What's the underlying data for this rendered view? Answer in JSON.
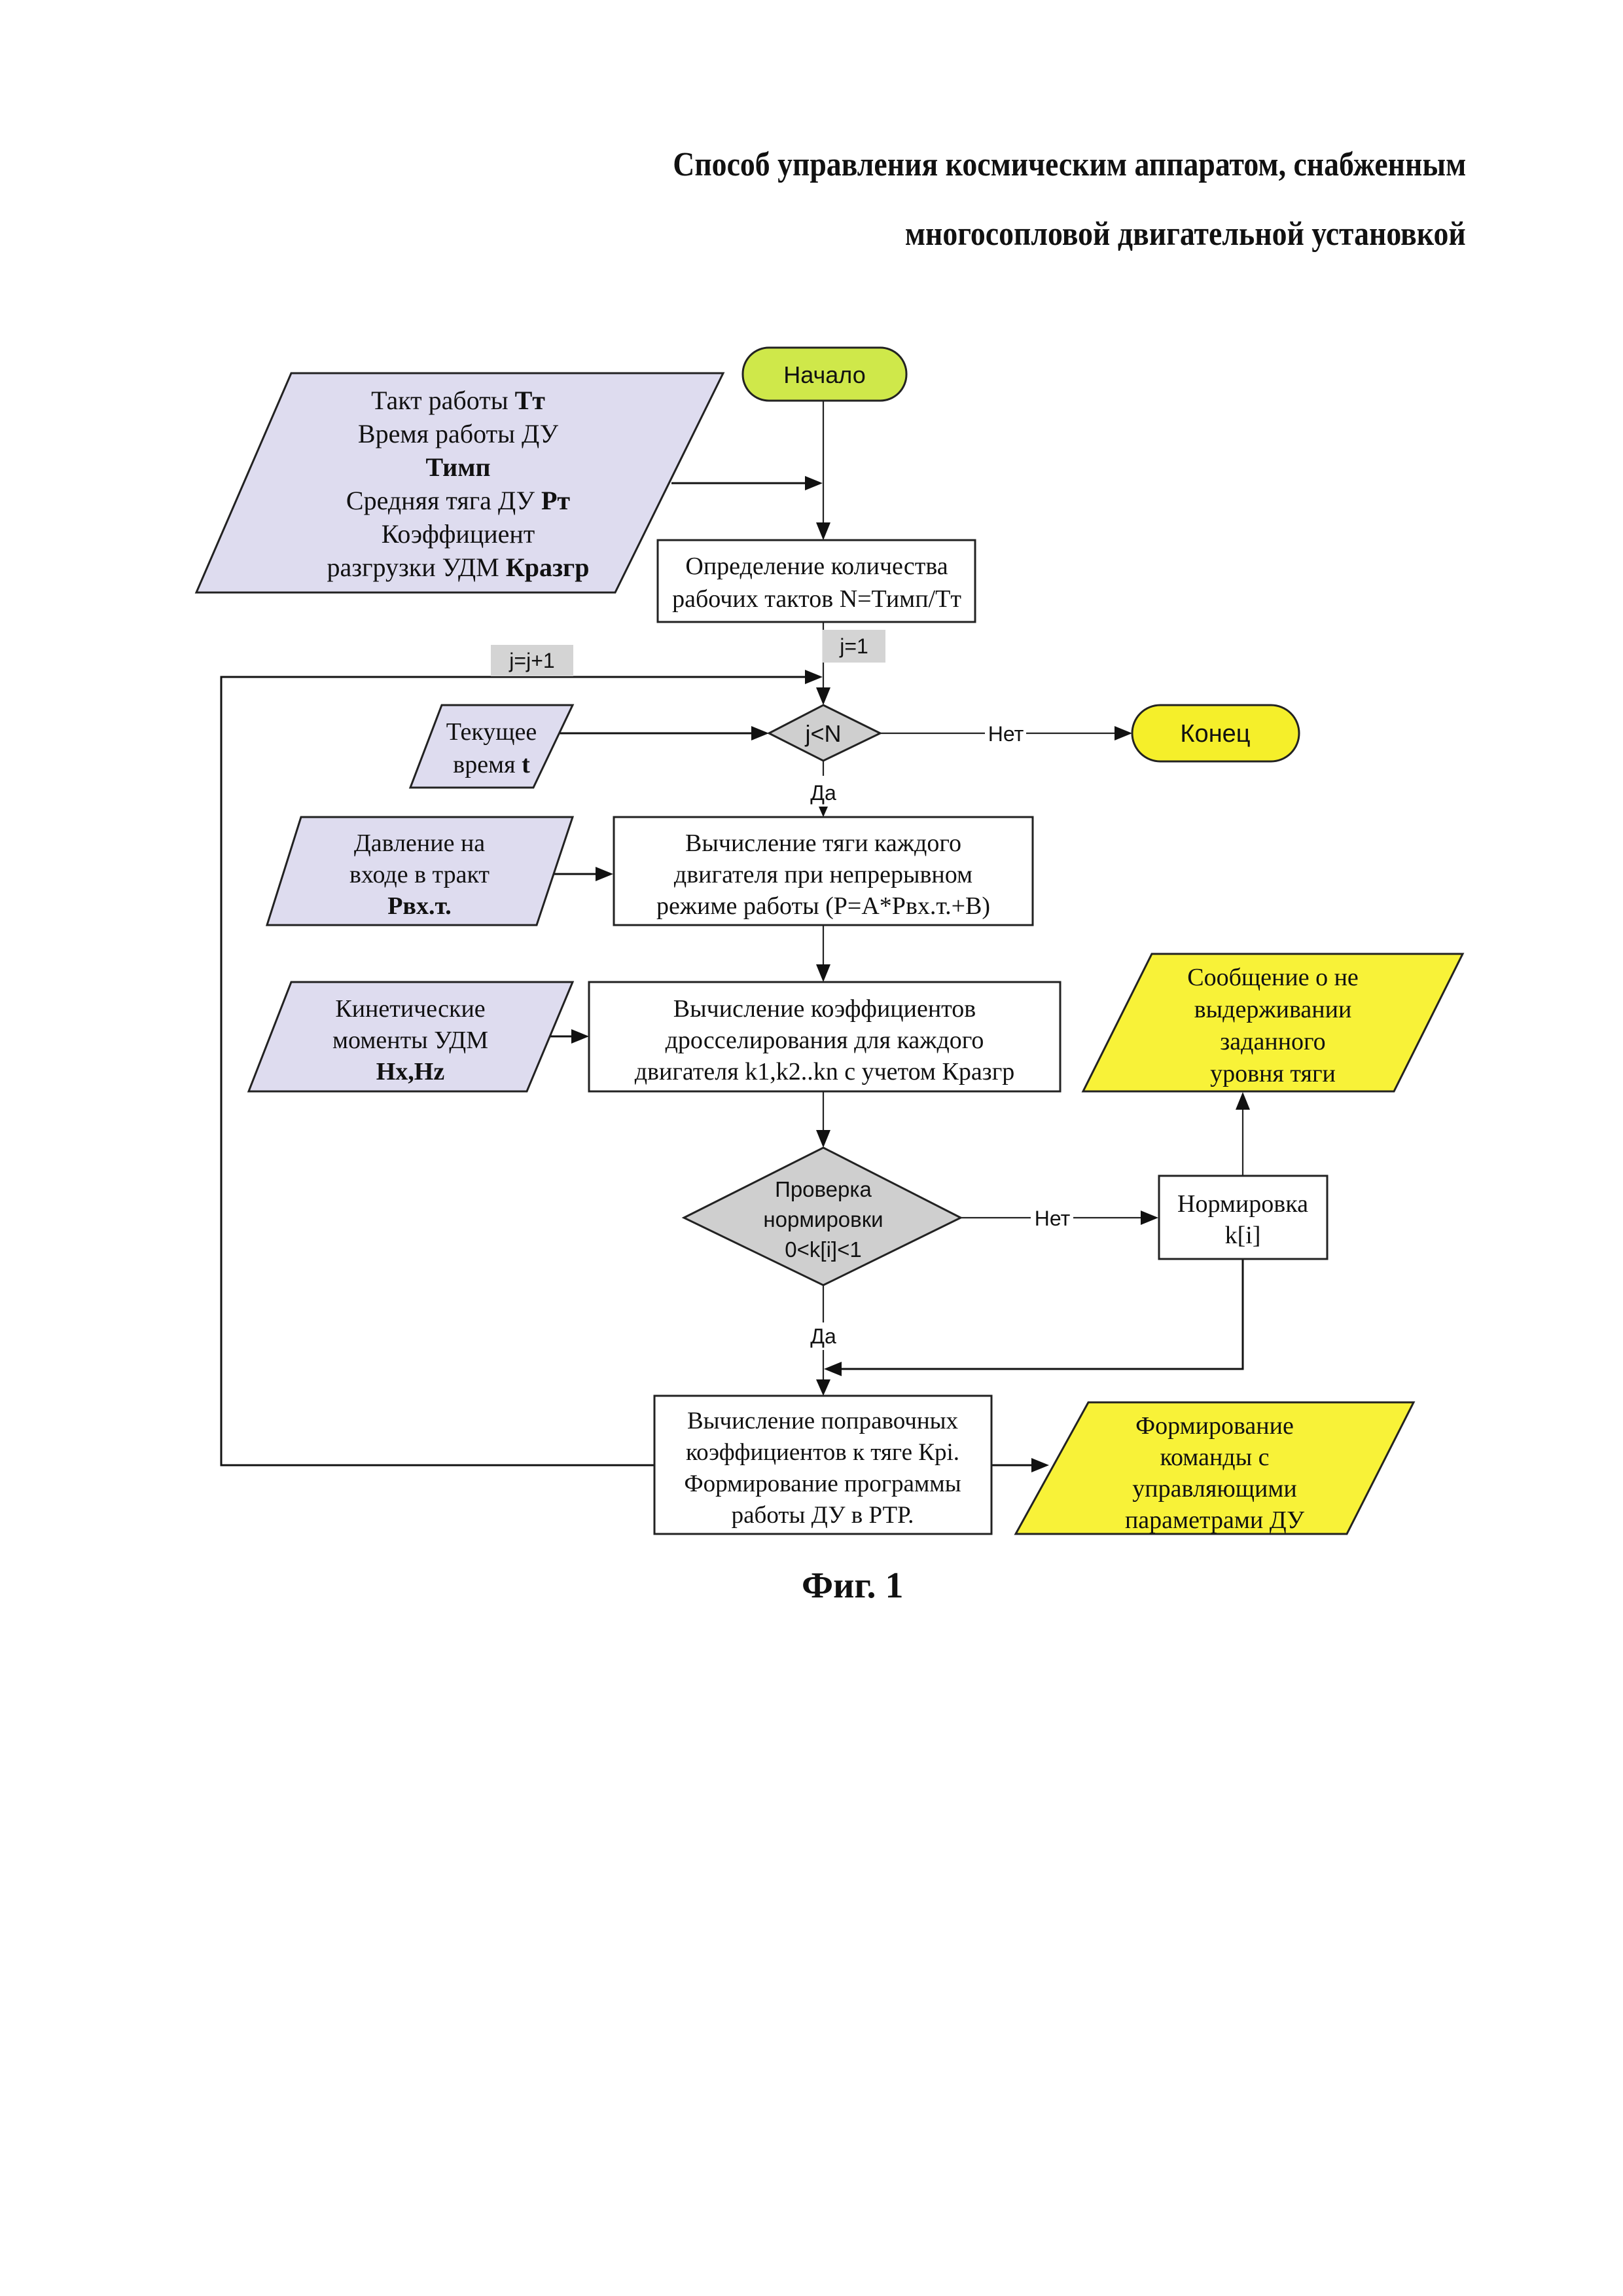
{
  "document": {
    "title_line1": "Способ управления космическим аппаратом, снабженным",
    "title_line2": "многосопловой двигательной установкой",
    "caption": "Фиг. 1"
  },
  "colors": {
    "input_fill": "#dedcef",
    "decision_fill": "#cfcfcf",
    "start_fill": "#cfe84a",
    "end_fill": "#f5ef2a",
    "output_fill": "#f8f238",
    "process_fill": "#ffffff",
    "loop_label_fill": "#d4d4d4"
  },
  "flowchart": {
    "start": {
      "label": "Начало"
    },
    "end": {
      "label": "Конец"
    },
    "inputs": {
      "params": {
        "lines": [
          {
            "text": "Такт работы ",
            "bold": "Тт"
          },
          {
            "text": "Время работы ДУ",
            "bold": ""
          },
          {
            "text": "",
            "bold": "Тимп"
          },
          {
            "text": "Средняя тяга ДУ ",
            "bold": "Рт"
          },
          {
            "text": "Коэффициент",
            "bold": ""
          },
          {
            "text": "разгрузки УДМ ",
            "bold": "Кразгр"
          }
        ]
      },
      "current_time": {
        "lines": [
          {
            "text": "Текущее",
            "bold": ""
          },
          {
            "text": "время ",
            "bold": "t"
          }
        ]
      },
      "pressure": {
        "lines": [
          {
            "text": "Давление на",
            "bold": ""
          },
          {
            "text": "входе в тракт",
            "bold": ""
          },
          {
            "text": "",
            "bold": "Рвх.т."
          }
        ]
      },
      "kinetic": {
        "lines": [
          {
            "text": "Кинетические",
            "bold": ""
          },
          {
            "text": "моменты УДМ",
            "bold": ""
          },
          {
            "text": "",
            "bold": "Hx,Hz"
          }
        ]
      }
    },
    "processes": {
      "count_cycles": [
        "Определение количества",
        "рабочих тактов N=Тимп/Тт"
      ],
      "thrust_calc": [
        "Вычисление тяги каждого",
        "двигателя при непрерывном",
        "режиме работы (P=A*Рвх.т.+B)"
      ],
      "throttle_coeffs": [
        "Вычисление коэффициентов",
        "дросселирования для каждого",
        "двигателя k1,k2..kn с учетом Кразгр"
      ],
      "normalize": [
        "Нормировка",
        "k[i]"
      ],
      "correction": [
        "Вычисление поправочных",
        "коэффициентов к тяге Кpi.",
        "Формирование программы",
        "работы ДУ в РТР."
      ]
    },
    "decisions": {
      "loop_check": {
        "lines": [
          "j<N"
        ],
        "yes": "Да",
        "no": "Нет"
      },
      "norm_check": {
        "lines": [
          "Проверка",
          "нормировки",
          "0<k[i]<1"
        ],
        "yes": "Да",
        "no": "Нет"
      }
    },
    "outputs": {
      "thrust_warning": [
        "Сообщение о не",
        "выдерживании",
        "заданного",
        "уровня тяги"
      ],
      "command": [
        "Формирование",
        "команды с",
        "управляющими",
        "параметрами ДУ"
      ]
    },
    "loop_labels": {
      "init": "j=1",
      "increment": "j=j+1"
    }
  }
}
